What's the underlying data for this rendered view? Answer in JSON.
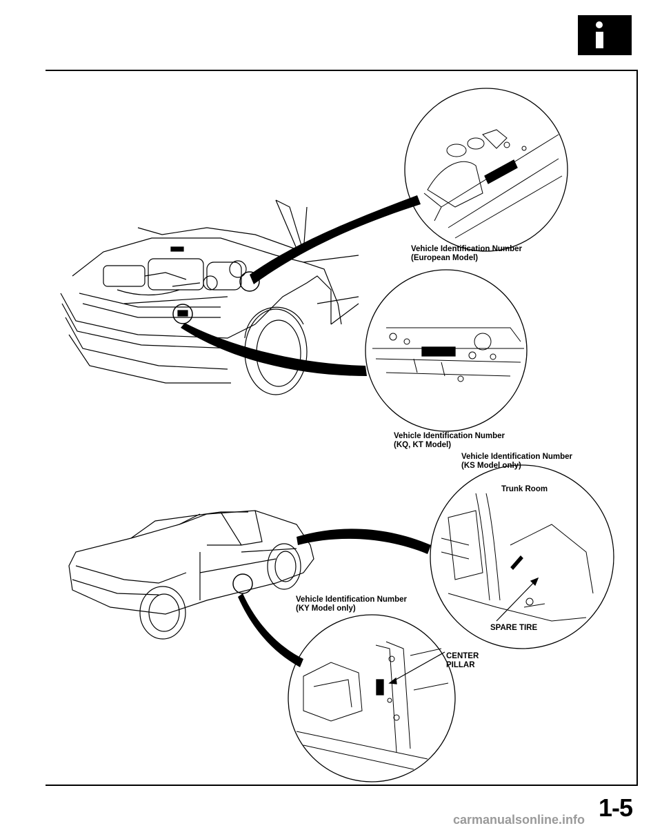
{
  "header": {
    "section_icon": "info-i-icon"
  },
  "labels": {
    "vin_european_line1": "Vehicle Identification Number",
    "vin_european_line2": "(European Model)",
    "vin_kq_kt_line1": "Vehicle Identification Number",
    "vin_kq_kt_line2": "(KQ, KT Model)",
    "vin_ks_line1": "Vehicle Identification Number",
    "vin_ks_line2": "(KS Model only)",
    "trunk_room": "Trunk Room",
    "spare_tire": "SPARE TIRE",
    "vin_ky_line1": "Vehicle Identification Number",
    "vin_ky_line2": "(KY Model only)",
    "center_pillar_line1": "CENTER",
    "center_pillar_line2": "PILLAR"
  },
  "footer": {
    "page_number": "1-5",
    "watermark": "carmanualsonline.info"
  }
}
